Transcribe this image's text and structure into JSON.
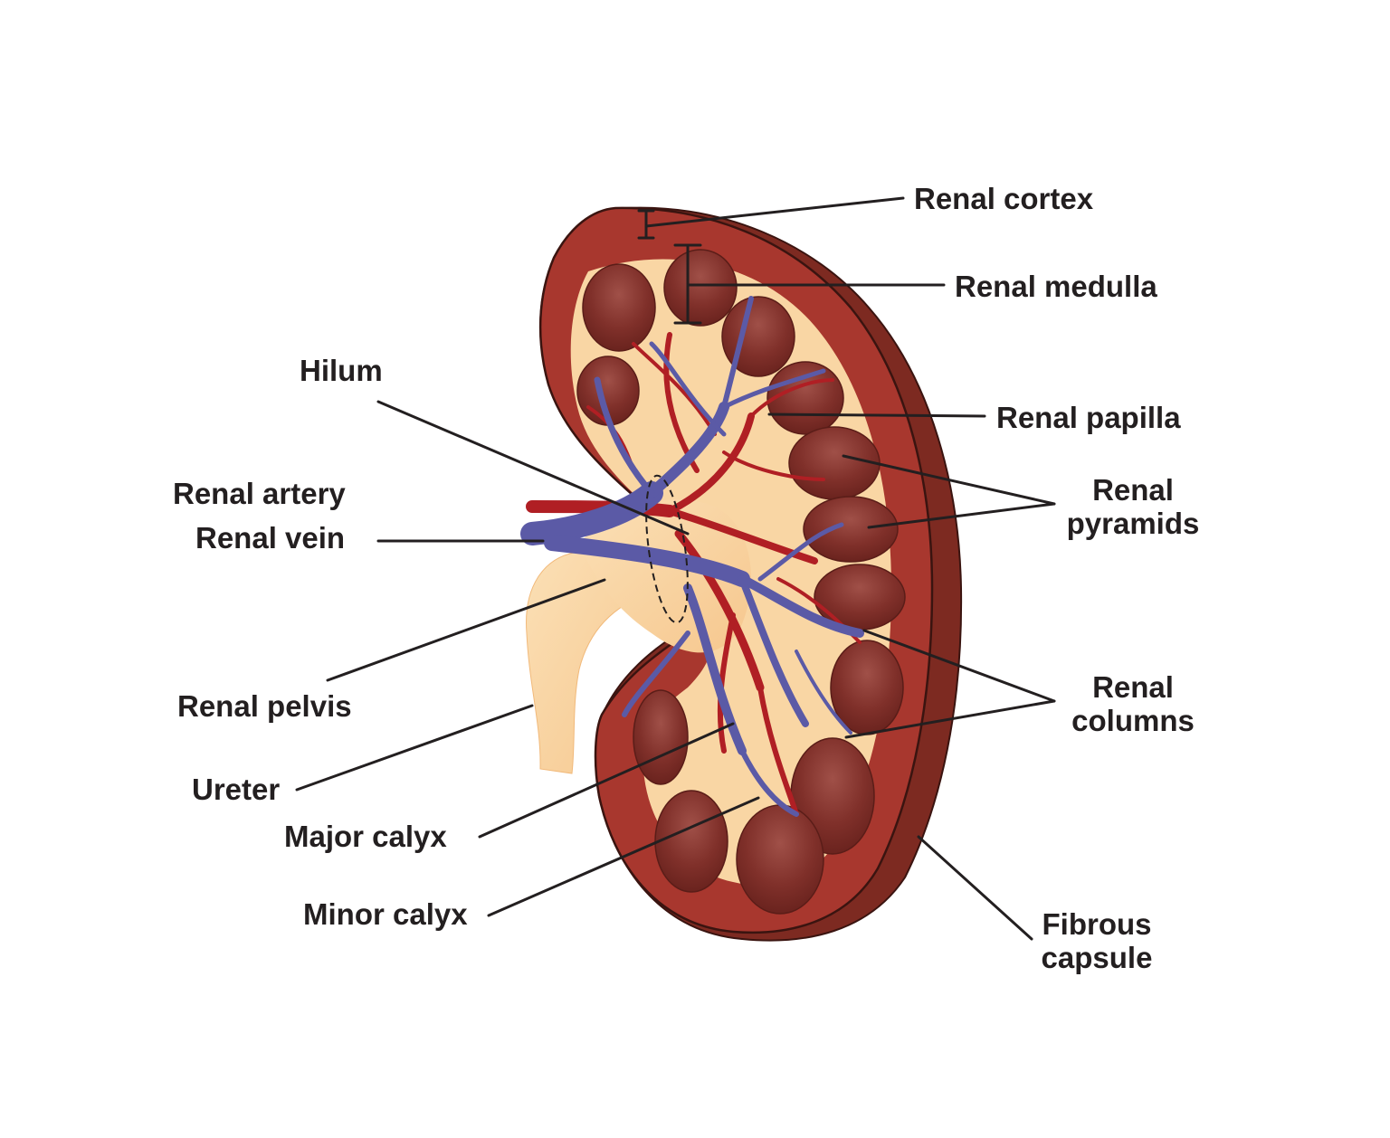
{
  "colors": {
    "cortex": "#a8372e",
    "capsule_edge": "#7d2a21",
    "outline": "#3a1410",
    "pyramid": "#7a2b25",
    "pyramid_highlight": "#9b4a40",
    "artery": "#b01f24",
    "vein": "#5b5aa6",
    "pelvis": "#f9d6a4",
    "label_text": "#231f20",
    "leader_line": "#231f20"
  },
  "labels": {
    "renal_cortex": "Renal cortex",
    "renal_medulla": "Renal medulla",
    "hilum": "Hilum",
    "renal_papilla": "Renal papilla",
    "renal_pyramids_1": "Renal",
    "renal_pyramids_2": "pyramids",
    "renal_artery": "Renal artery",
    "renal_vein": "Renal vein",
    "renal_pelvis": "Renal pelvis",
    "renal_columns_1": "Renal",
    "renal_columns_2": "columns",
    "ureter": "Ureter",
    "major_calyx": "Major calyx",
    "minor_calyx": "Minor calyx",
    "fibrous_capsule_1": "Fibrous",
    "fibrous_capsule_2": "capsule"
  }
}
